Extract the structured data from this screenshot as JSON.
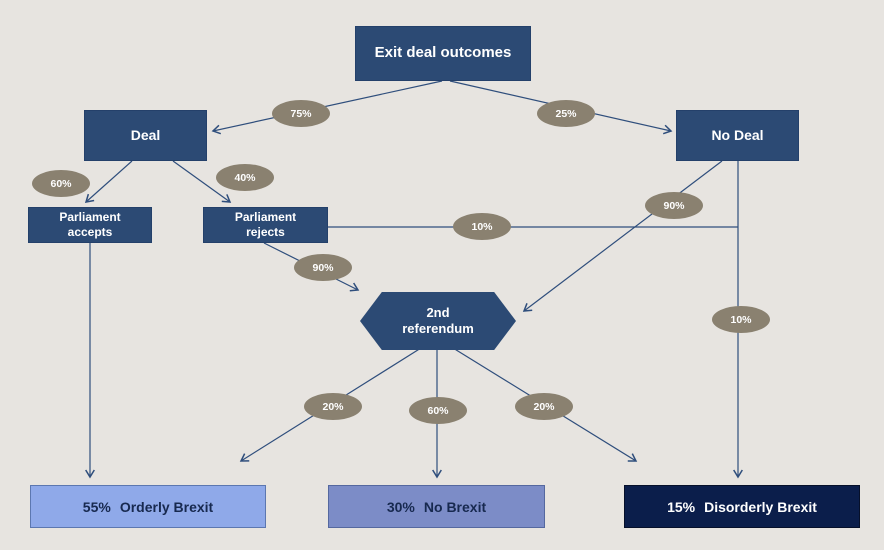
{
  "background": "#E7E4E0",
  "colors": {
    "node_blue": "#2C4A74",
    "edge_label_bg": "#8A8170",
    "connector_line": "#2F4E7C",
    "orderly_bg": "#8FA9E9",
    "no_brexit_bg": "#7C8CC7",
    "disorderly_bg": "#0B1E4B"
  },
  "nodes": {
    "root": "Exit deal outcomes",
    "deal": "Deal",
    "no_deal": "No Deal",
    "parliament_accepts": "Parliament\naccepts",
    "parliament_rejects": "Parliament\nrejects",
    "second_referendum": "2nd\nreferendum"
  },
  "edge_labels": {
    "root_to_deal": "75%",
    "root_to_no_deal": "25%",
    "deal_to_accepts": "60%",
    "deal_to_rejects": "40%",
    "no_deal_to_referendum": "90%",
    "rejects_to_no_deal_path": "10%",
    "rejects_to_referendum": "90%",
    "no_deal_to_disorderly": "10%",
    "referendum_to_orderly": "20%",
    "referendum_to_no_brexit": "60%",
    "referendum_to_disorderly": "20%"
  },
  "outcomes": {
    "orderly": {
      "percent": "55%",
      "label": "Orderly Brexit"
    },
    "no_brexit": {
      "percent": "30%",
      "label": "No Brexit"
    },
    "disorderly": {
      "percent": "15%",
      "label": "Disorderly Brexit"
    }
  }
}
